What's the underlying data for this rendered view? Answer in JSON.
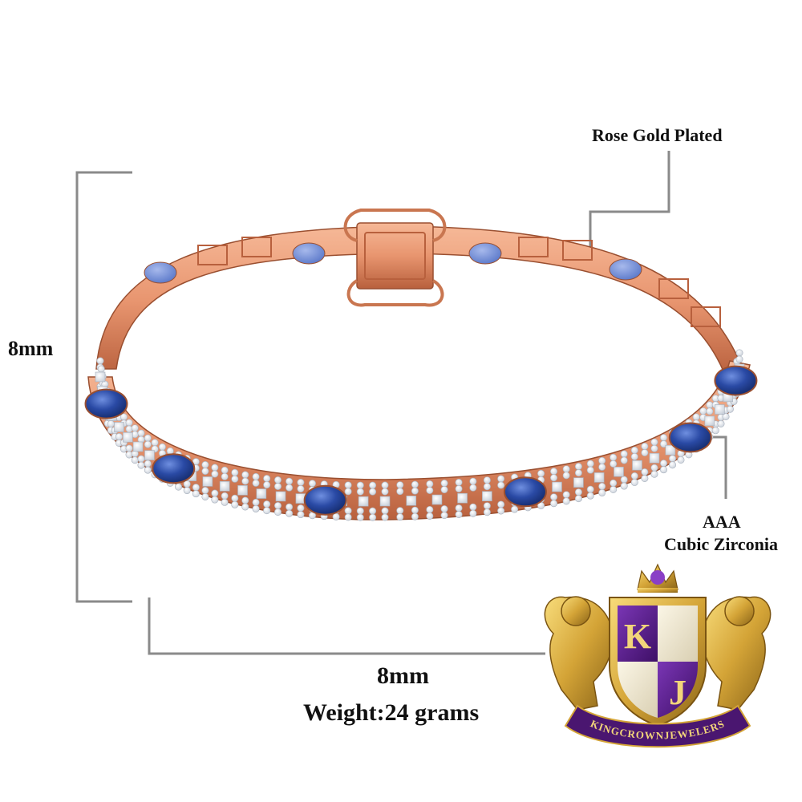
{
  "labels": {
    "plating": "Rose Gold Plated",
    "stone_grade": "AAA",
    "stone_type": "Cubic Zirconia",
    "left_dimension": "8mm",
    "bottom_dimension": "8mm",
    "weight": "Weight:24 grams"
  },
  "brand": {
    "monogram_top": "K",
    "monogram_bottom": "J",
    "ribbon_text": "KINGCROWNJEWELERS"
  },
  "colors": {
    "rose_gold": "#e8956f",
    "rose_gold_dark": "#b8603d",
    "sapphire": "#1f3a8a",
    "sapphire_light": "#5a7bd0",
    "zirconia": "#f2f4f8",
    "guide_line": "#8a8a8a",
    "shield_purple": "#5b1f8c",
    "gold": "#d4a437",
    "ribbon": "#4a1670"
  },
  "image": {
    "subject": "rose-gold-sapphire-tennis-bracelet"
  }
}
